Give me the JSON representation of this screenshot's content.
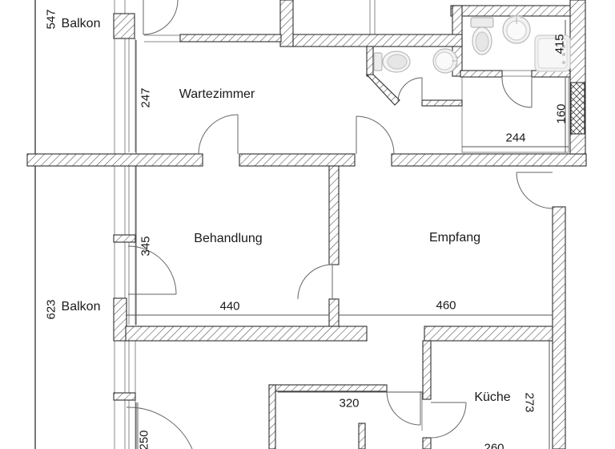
{
  "rooms": {
    "balkon_top": "Balkon",
    "wartezimmer": "Wartezimmer",
    "behandlung": "Behandlung",
    "empfang": "Empfang",
    "balkon_bottom": "Balkon",
    "kueche": "Küche"
  },
  "dimensions": {
    "d547": "547",
    "d247": "247",
    "d415": "415",
    "d160": "160",
    "d244": "244",
    "d345": "345",
    "d440": "440",
    "d460": "460",
    "d623": "623",
    "d320": "320",
    "d273": "273",
    "d250": "250",
    "d260": "260"
  },
  "fixtures": {
    "bad": [
      "toilet",
      "sink",
      "shower"
    ],
    "wc": [
      "toilet",
      "sink"
    ]
  },
  "colors": {
    "line": "#3a3a3a",
    "text": "#1a1a1a",
    "fixture_fill": "#f0f0f0",
    "fixture_stroke": "#b9b9b9",
    "background": "#ffffff"
  }
}
